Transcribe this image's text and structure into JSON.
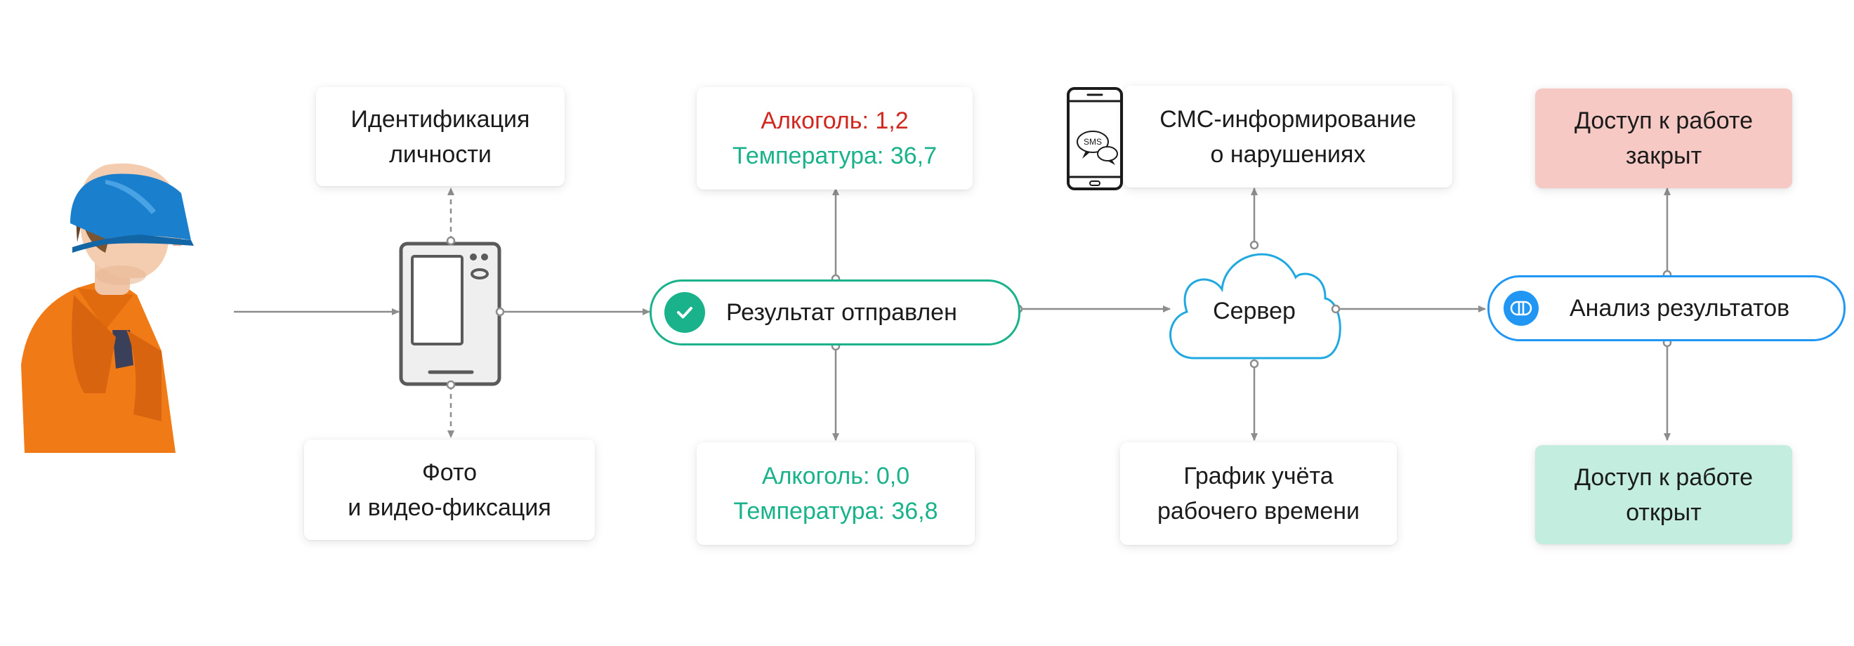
{
  "identification": {
    "line1": "Идентификация",
    "line2": "личности"
  },
  "photo": {
    "line1": "Фото",
    "line2": "и видео-фиксация"
  },
  "result_bad": {
    "alcohol": "Алкоголь: 1,2",
    "temperature": "Температура: 36,7"
  },
  "result_good": {
    "alcohol": "Алкоголь: 0,0",
    "temperature": "Температура: 36,8"
  },
  "result_sent": {
    "label": "Результат отправлен",
    "icon": "check-circle-icon"
  },
  "sms": {
    "line1": "СМС-информирование",
    "line2": "о нарушениях",
    "icon_text": "SMS",
    "icon": "smartphone-sms-icon"
  },
  "server": {
    "label": "Сервер",
    "icon": "cloud-icon"
  },
  "timesheet": {
    "line1": "График учёта",
    "line2": "рабочего времени"
  },
  "analysis": {
    "label": "Анализ результатов",
    "icon": "analysis-icon"
  },
  "access_closed": {
    "line1": "Доступ к работе",
    "line2": "закрыт"
  },
  "access_open": {
    "line1": "Доступ к работе",
    "line2": "открыт"
  },
  "colors": {
    "alert_red": "#d0281e",
    "ok_green": "#19b28a",
    "accent_blue": "#2196f3",
    "cloud_blue": "#1fa9e0",
    "access_closed_bg": "#f6c9c4",
    "access_open_bg": "#c3eedf",
    "connector_gray": "#8d8d8d"
  }
}
